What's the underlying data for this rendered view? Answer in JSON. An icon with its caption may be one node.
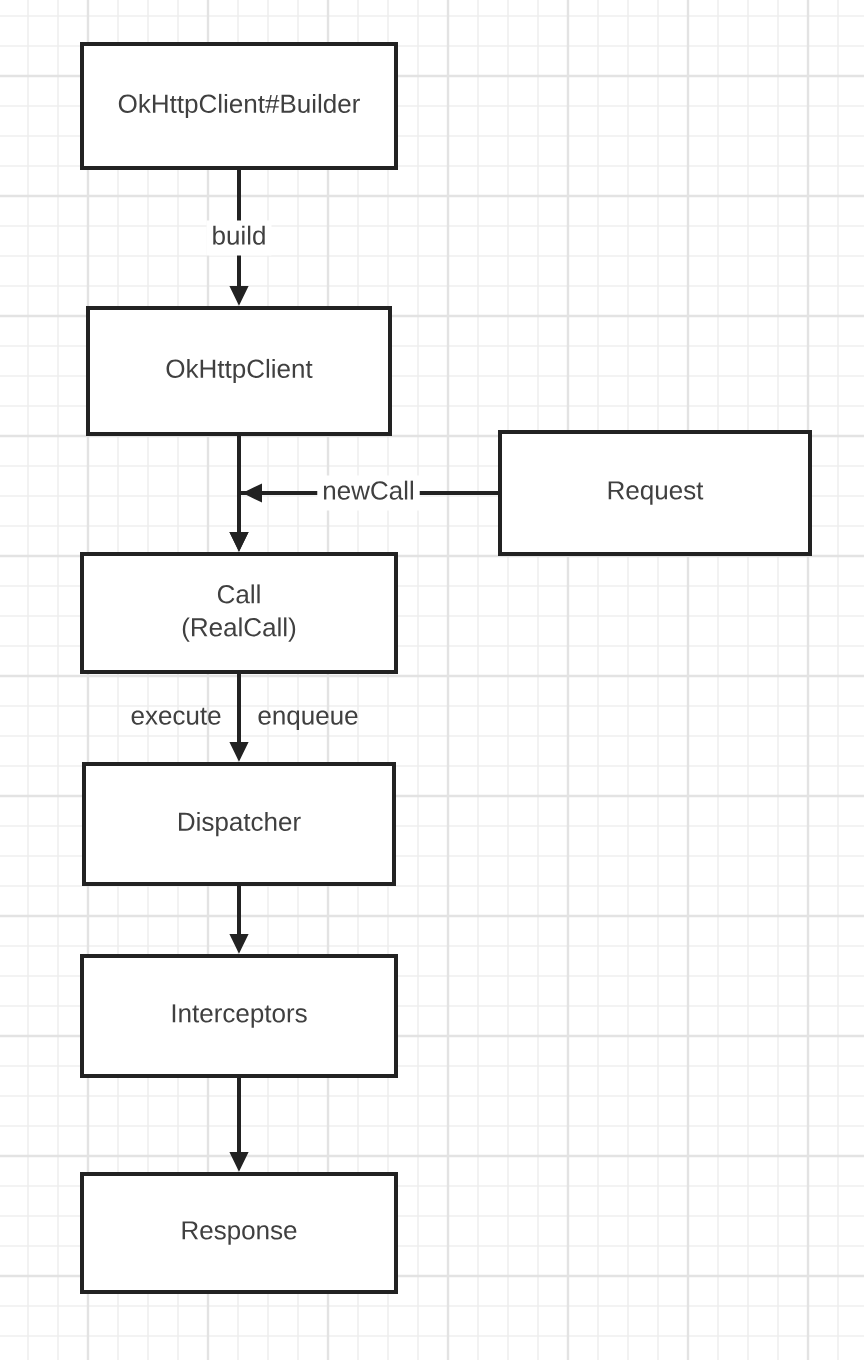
{
  "diagram": {
    "nodes": [
      {
        "text": [
          "OkHttpClient#Builder"
        ]
      },
      {
        "text": [
          "OkHttpClient"
        ]
      },
      {
        "text": [
          "Request"
        ]
      },
      {
        "text": [
          "Call (RealCall)"
        ]
      },
      {
        "text": [
          "Dispatcher"
        ]
      },
      {
        "text": [
          "Interceptors"
        ]
      },
      {
        "text": [
          "Response"
        ]
      }
    ],
    "edges": [
      {
        "from": 0,
        "to": 1,
        "arrow": "to",
        "label": "build"
      },
      {
        "from": 1,
        "to": 3,
        "arrow": "to"
      },
      {
        "from": 2,
        "to": 3,
        "arrow": "to",
        "label": "newCall"
      },
      {
        "from": 3,
        "to": 4,
        "arrow": "to",
        "label": "execute"
      },
      {
        "from": 4,
        "to": 5,
        "arrow": "to"
      },
      {
        "from": 5,
        "to": 6,
        "arrow": "to"
      }
    ],
    "labels": [
      "enqueue"
    ]
  }
}
